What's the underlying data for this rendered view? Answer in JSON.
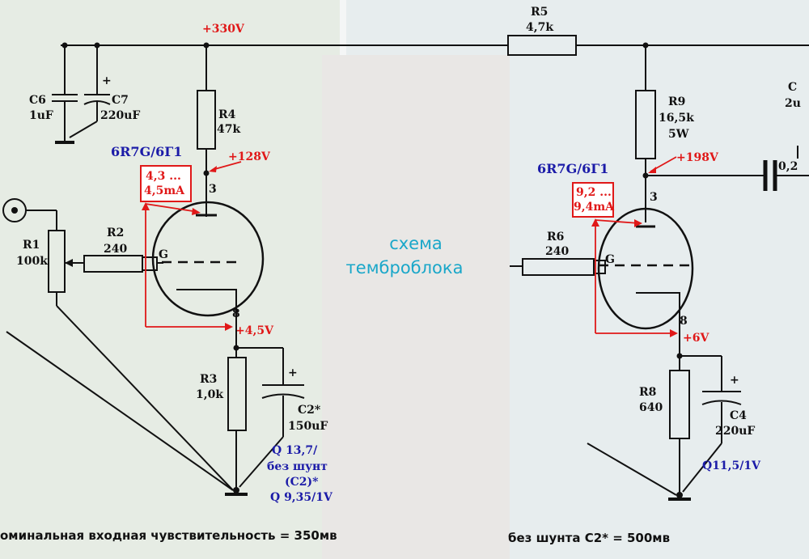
{
  "left": {
    "supply_voltage": "+330V",
    "c6_name": "C6",
    "c6_value": "1uF",
    "c7_plus": "+",
    "c7_name": "C7",
    "c7_value": "220uF",
    "r4_name": "R4",
    "r4_value": "47k",
    "anode_voltage": "+128V",
    "tube_label": "6R7G/6Г1",
    "current_line1": "4,3 ...",
    "current_line2": "4,5mA",
    "pin_anode": "3",
    "pin_grid": "G",
    "pin_cathode": "8",
    "r1_name": "R1",
    "r1_value": "100k",
    "r2_name": "R2",
    "r2_value": "240",
    "cathode_voltage": "+4,5V",
    "r3_name": "R3",
    "r3_value": "1,0k",
    "c2_plus": "+",
    "c2_name": "C2*",
    "c2_value": "150uF",
    "q_line1": "Q 13,7/",
    "q_line2": "без шунт",
    "q_line3": "(C2)*",
    "q_line4": "Q 9,35/1V",
    "caption": "оминальная входная чувствительность = 350мв"
  },
  "center_overlay": {
    "line1": "схема",
    "line2": "темброблока"
  },
  "right": {
    "r5_name": "R5",
    "r5_value": "4,7k",
    "r9_name": "R9",
    "r9_value": "16,5k",
    "r9_power": "5W",
    "anode_voltage": "+198V",
    "cap_label_top": "C",
    "cap_value_top": "2u",
    "cap_value_mid": "0,2",
    "tube_label": "6R7G/6Г1",
    "current_line1": "9,2 ...",
    "current_line2": "9,4mA",
    "pin_anode": "3",
    "pin_grid": "G",
    "pin_cathode": "8",
    "r6_name": "R6",
    "r6_value": "240",
    "cathode_voltage": "+6V",
    "r8_name": "R8",
    "r8_value": "640",
    "c4_plus": "+",
    "c4_name": "C4",
    "c4_value": "220uF",
    "q_label": "Q11,5/1V",
    "caption": "без шунта C2* = 500мв"
  }
}
